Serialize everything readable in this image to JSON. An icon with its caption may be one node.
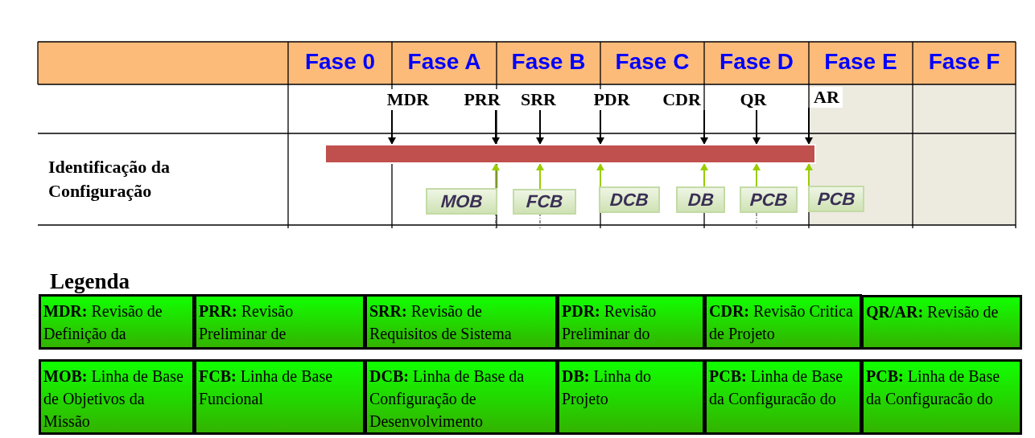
{
  "diagram": {
    "nodes": [
      {
        "text": [
          "MDR"
        ]
      },
      {
        "text": [
          "PRR"
        ]
      },
      {
        "text": [
          "SRR"
        ]
      },
      {
        "text": [
          "PDR"
        ]
      },
      {
        "text": [
          "CDR"
        ]
      },
      {
        "text": [
          "QR"
        ]
      },
      {
        "text": [
          "AR"
        ]
      },
      {
        "text": [],
        "shape": "bar"
      },
      {
        "text": [
          "MOB"
        ]
      },
      {
        "text": [
          "FCB"
        ]
      },
      {
        "text": [
          "DCB"
        ]
      },
      {
        "text": [
          "DB"
        ]
      },
      {
        "text": [
          "PCB"
        ]
      },
      {
        "text": [
          "PCB"
        ]
      },
      {
        "text": [
          "**MDR:** Revisão de Definição da"
        ]
      },
      {
        "text": [
          "**PRR:** Revisão Preliminar de"
        ]
      },
      {
        "text": [
          "**SRR:** Revisão de Requisitos de Sistema"
        ]
      },
      {
        "text": [
          "**PDR:** Revisão Preliminar do"
        ]
      },
      {
        "text": [
          "**CDR:** Revisão Critica de Projeto"
        ]
      },
      {
        "text": [
          "**QR/AR:** Revisão de"
        ]
      },
      {
        "text": [
          "**MOB:** Linha de Base de Objetivos da Missão"
        ]
      },
      {
        "text": [
          "**FCB:** Linha de Base Funcional"
        ]
      },
      {
        "text": [
          "**DCB:** Linha de Base da Configuração de Desenvolvimento"
        ]
      },
      {
        "text": [
          "**DB:** Linha do Projeto"
        ]
      },
      {
        "text": [
          "**PCB:** Linha de Base da Configuracão do"
        ]
      },
      {
        "text": [
          "**PCB:** Linha de Base da Configuracão do"
        ]
      }
    ],
    "edges": [
      {
        "from": 0,
        "to": 7,
        "arrow": "to"
      },
      {
        "from": 1,
        "to": 7,
        "arrow": "to"
      },
      {
        "from": 2,
        "to": 7,
        "arrow": "to"
      },
      {
        "from": 3,
        "to": 7,
        "arrow": "to"
      },
      {
        "from": 4,
        "to": 7,
        "arrow": "to"
      },
      {
        "from": 5,
        "to": 7,
        "arrow": "to"
      },
      {
        "from": 6,
        "to": 7,
        "arrow": "to"
      },
      {
        "from": 8,
        "to": 7,
        "arrow": "to",
        "color": "#99cc00"
      },
      {
        "from": 9,
        "to": 7,
        "arrow": "to",
        "color": "#99cc00"
      },
      {
        "from": 10,
        "to": 7,
        "arrow": "to",
        "color": "#99cc00"
      },
      {
        "from": 11,
        "to": 7,
        "arrow": "to",
        "color": "#99cc00"
      },
      {
        "from": 12,
        "to": 7,
        "arrow": "to",
        "color": "#99cc00"
      },
      {
        "from": 13,
        "to": 7,
        "arrow": "to",
        "color": "#99cc00"
      }
    ],
    "labels": [
      "Fase 0",
      "Fase A",
      "Fase B",
      "Fase C",
      "Fase D",
      "Fase E",
      "Fase F",
      "Identificação da Configuração",
      "Legenda"
    ]
  }
}
